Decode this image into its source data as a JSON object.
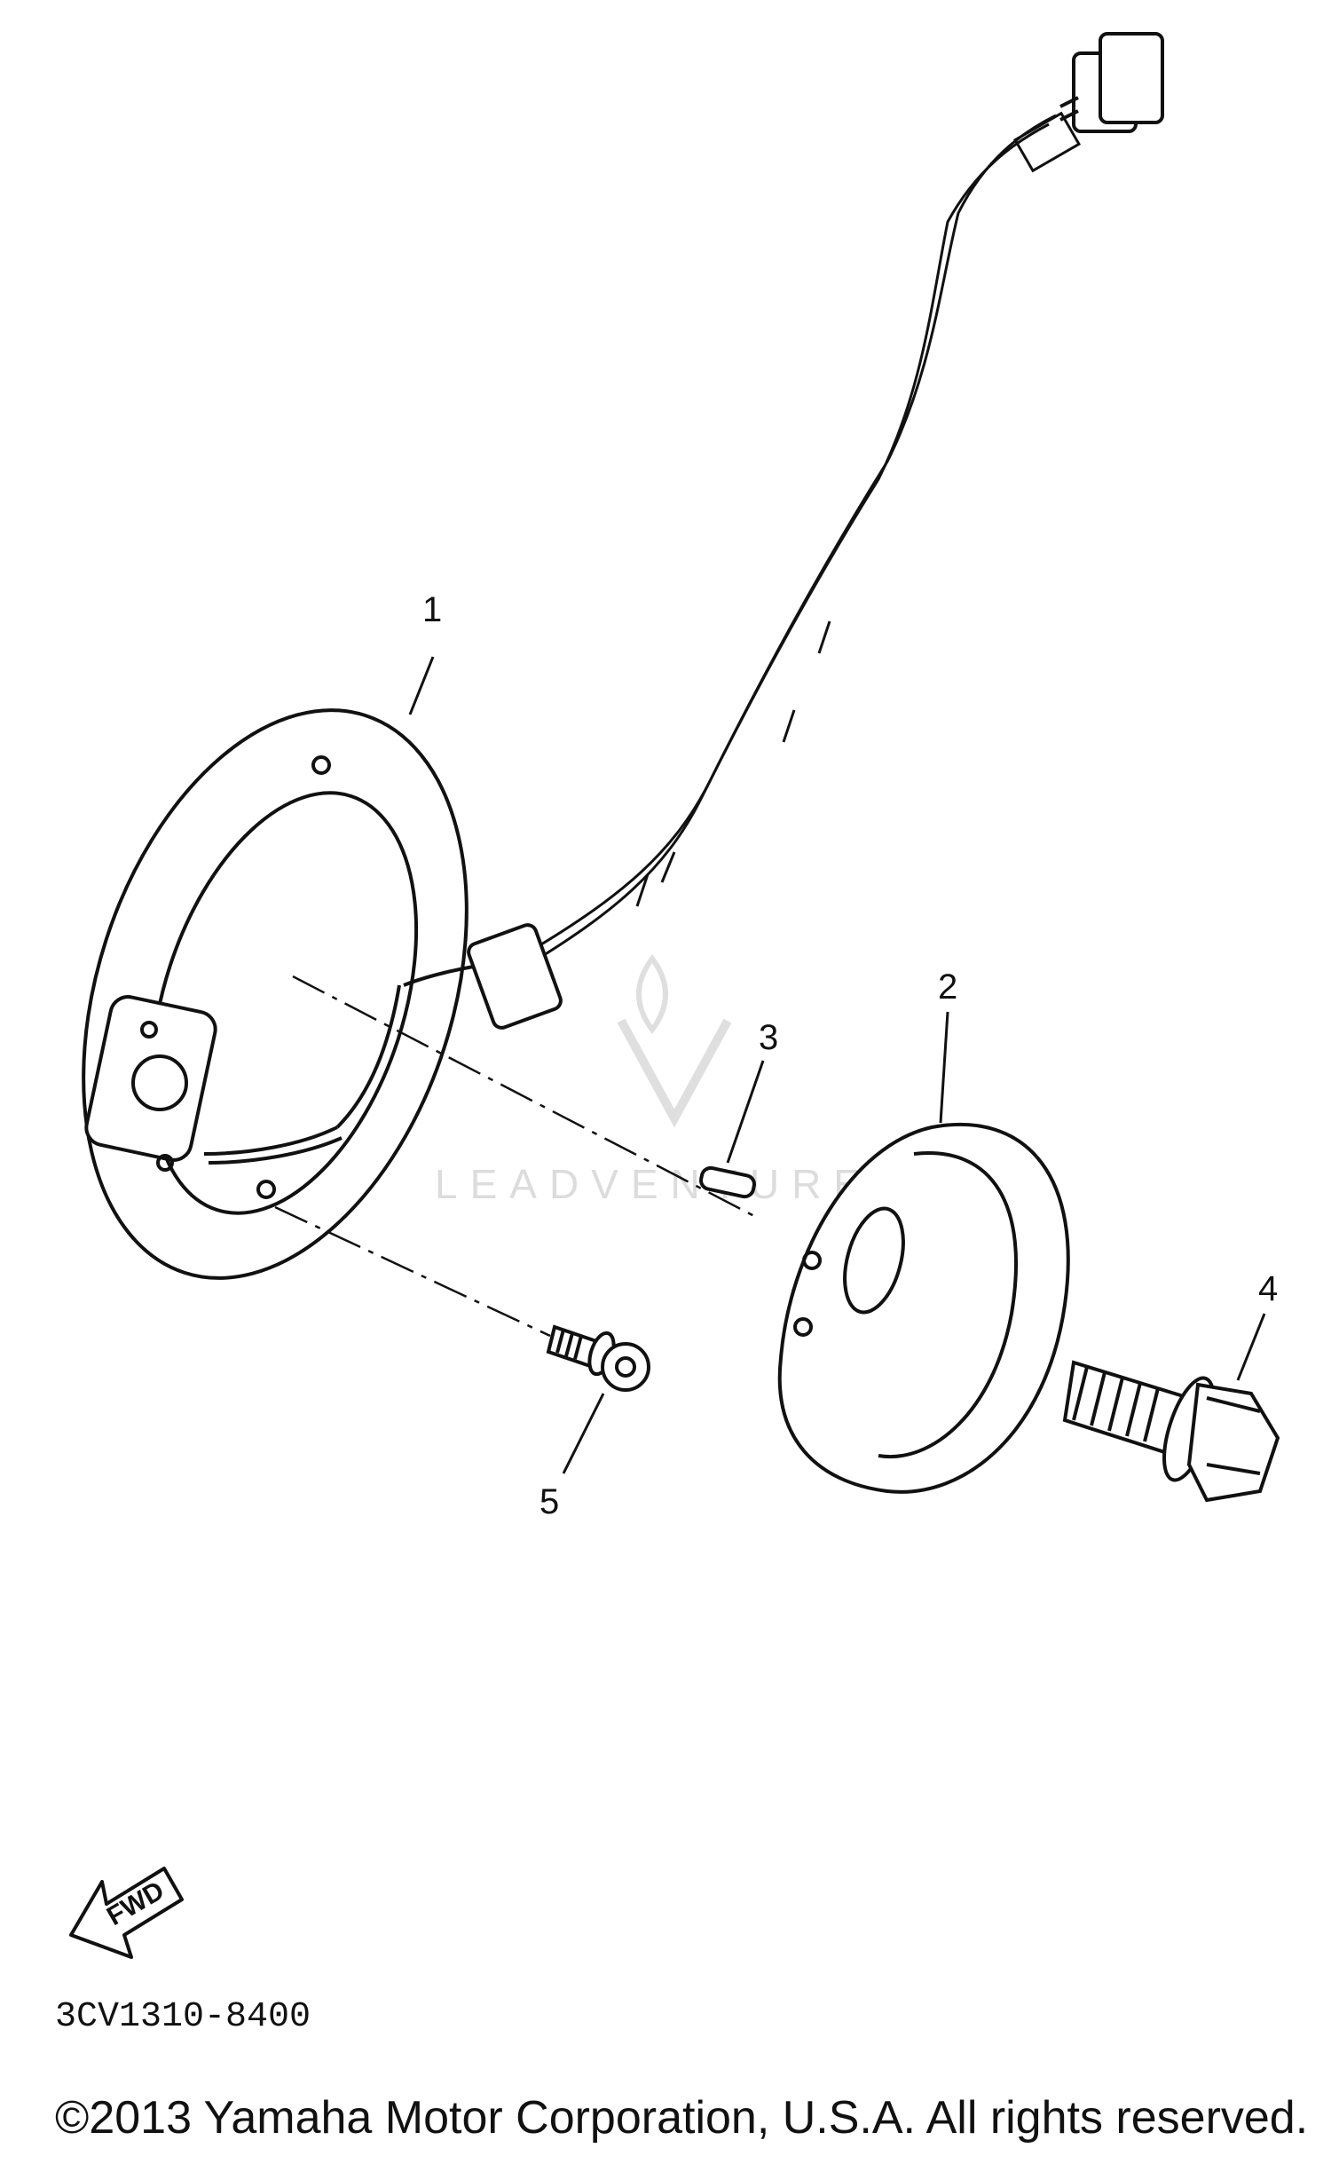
{
  "callouts": {
    "part_1": "1",
    "part_2": "2",
    "part_3": "3",
    "part_4": "4",
    "part_5": "5"
  },
  "fwd_label": "FWD",
  "diagram_code": "3CV1310-8400",
  "copyright": "©2013 Yamaha Motor Corporation, U.S.A. All rights reserved.",
  "watermark": "LEADVENTURE"
}
